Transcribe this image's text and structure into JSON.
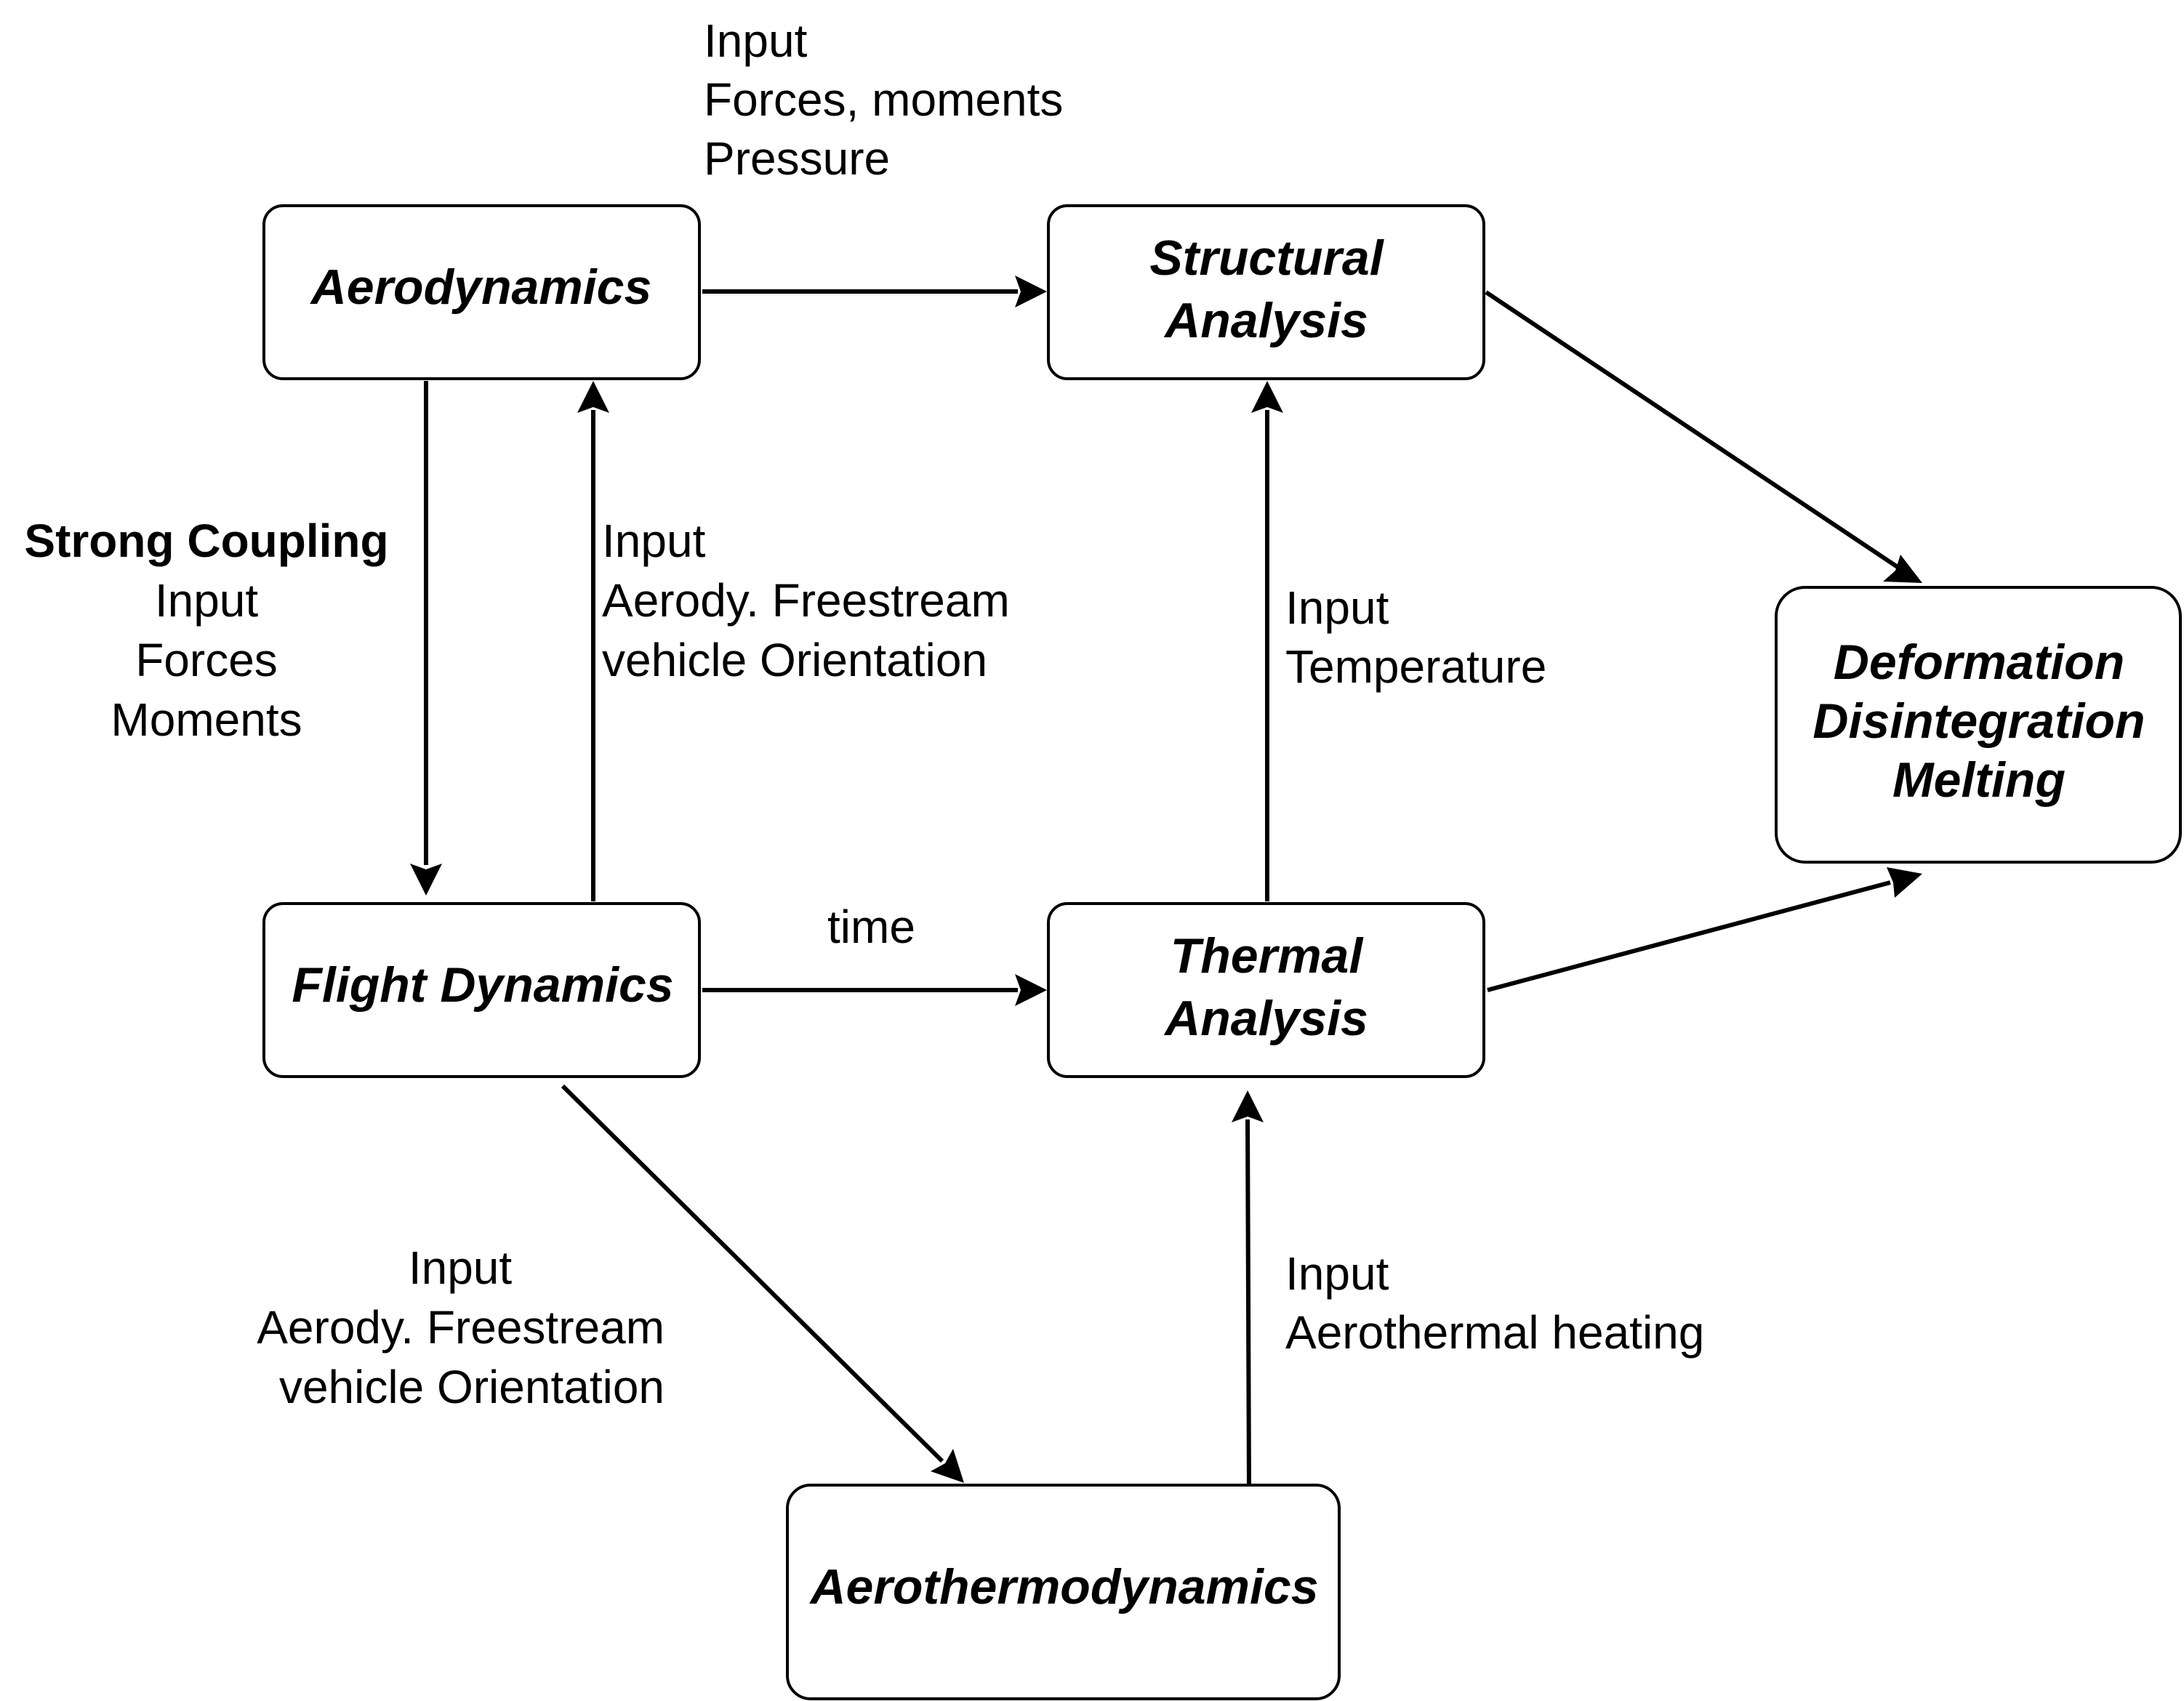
{
  "nodes": {
    "aerodynamics": {
      "lines": [
        "Aerodynamics"
      ]
    },
    "structural": {
      "lines": [
        "Structural",
        "Analysis"
      ]
    },
    "deformation": {
      "lines": [
        "Deformation",
        "Disintegration",
        "Melting"
      ]
    },
    "flight": {
      "lines": [
        "Flight Dynamics"
      ]
    },
    "thermal": {
      "lines": [
        "Thermal",
        "Analysis"
      ]
    },
    "aerothermo": {
      "lines": [
        "Aerothermodynamics"
      ]
    }
  },
  "edge_labels": {
    "aero_to_struct": [
      "Input",
      "Forces, moments",
      "Pressure"
    ],
    "coupling": {
      "title": "Strong Coupling",
      "lines": [
        "Input",
        "Forces",
        "Moments"
      ]
    },
    "flight_to_aero": [
      "Input",
      "Aerody. Freestream",
      "vehicle Orientation"
    ],
    "thermal_to_struct": [
      "Input",
      "Temperature"
    ],
    "flight_to_thermal": [
      "time"
    ],
    "flight_to_aerothermo": [
      "Input",
      "Aerody. Freestream",
      "vehicle Orientation"
    ],
    "aerothermo_to_thermal": [
      "Input",
      "Aerothermal heating"
    ]
  }
}
